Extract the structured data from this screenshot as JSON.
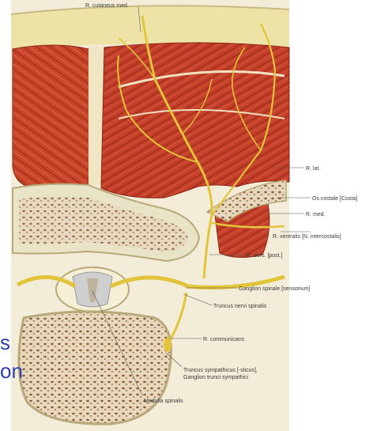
{
  "figure": {
    "labels": {
      "top": "R. cutaneus med.",
      "r_lat": "R. lat.",
      "os_costale": "Os costale [Costa]",
      "r_med": "R. med.",
      "r_ventralis": "R. ventralis [N. intercostalis]",
      "r_dors": "R. dors. [post.]",
      "ganglion_spinale": "Ganglion spinale [sensorium]",
      "truncus_nervi": "Truncus nervi spinalis",
      "r_communicans": "R. communicans",
      "truncus_symp_1": "Truncus sympathicus [-sticus],",
      "truncus_symp_2": "Ganglion trunci sympathici",
      "medulla": "Medulla spinalis"
    }
  },
  "slide_text": {
    "fragment_1": "s",
    "fragment_2": "on"
  },
  "colors": {
    "muscle": "#c8452a",
    "muscle_dark": "#9e2c18",
    "fat": "#eee3a6",
    "bone": "#e9e3c8",
    "bone_dot": "#8a5a3c",
    "nerve": "#e2c43a",
    "slide_text": "#2f3fb4"
  }
}
